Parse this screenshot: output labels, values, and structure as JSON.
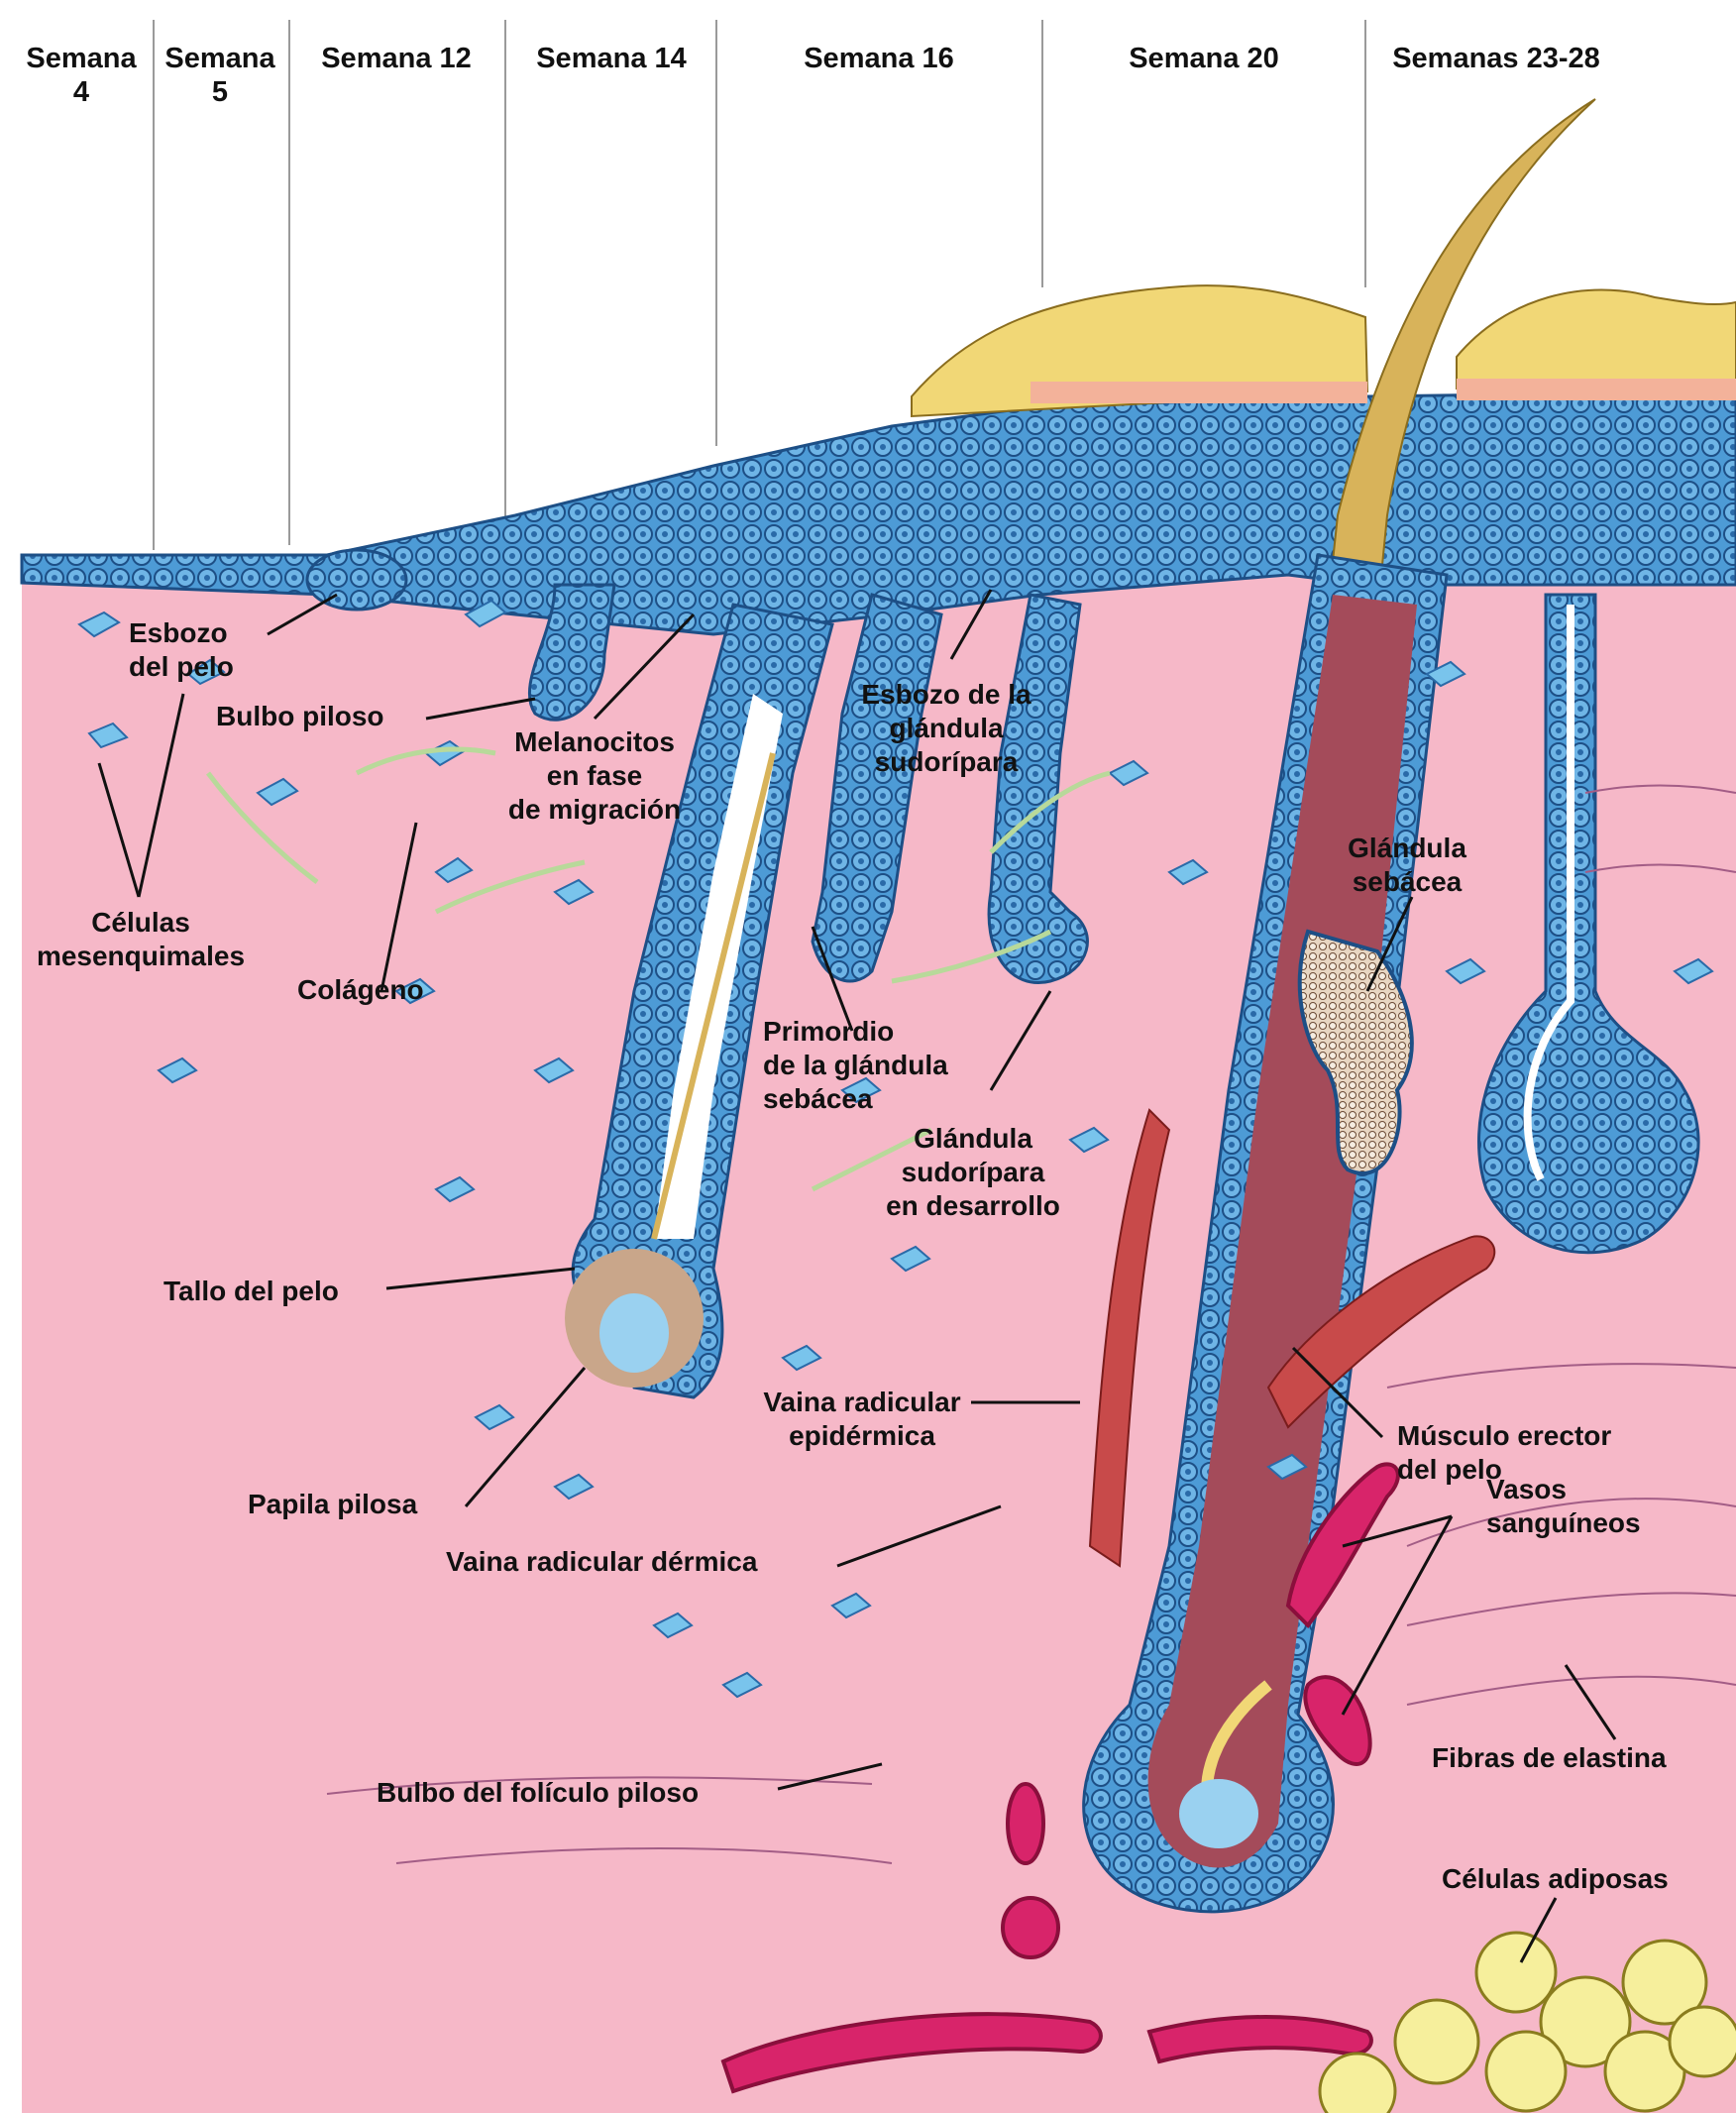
{
  "diagram": {
    "week_headers": [
      "Semana",
      "4",
      "Semana",
      "5",
      "Semana 12",
      "Semana 14",
      "Semana 16",
      "Semana 20",
      "Semanas 23-28"
    ],
    "labels": {
      "esbozo_pelo_1": "Esbozo",
      "esbozo_pelo_2": "del pelo",
      "bulbo_piloso": "Bulbo piloso",
      "celulas_mes_1": "Células",
      "celulas_mes_2": "mesenquimales",
      "colageno": "Colágeno",
      "melanocitos_1": "Melanocitos",
      "melanocitos_2": "en fase",
      "melanocitos_3": "de migración",
      "esbozo_glandula_1": "Esbozo de la",
      "esbozo_glandula_2": "glándula",
      "esbozo_glandula_3": "sudorípara",
      "glandula_sebacea_1": "Glándula",
      "glandula_sebacea_2": "sebácea",
      "primordio_1": "Primordio",
      "primordio_2": "de la glándula",
      "primordio_3": "sebácea",
      "sudoripara_des_1": "Glándula",
      "sudoripara_des_2": "sudorípara",
      "sudoripara_des_3": "en desarrollo",
      "tallo_pelo": "Tallo del pelo",
      "vaina_epi_1": "Vaina radicular",
      "vaina_epi_2": "epidérmica",
      "papila_pilosa": "Papila pilosa",
      "vaina_dermica": "Vaina radicular dérmica",
      "musculo_1": "Músculo erector",
      "musculo_2": "del pelo",
      "vasos_1": "Vasos",
      "vasos_2": "sanguíneos",
      "bulbo_foliculo": "Bulbo del folículo piloso",
      "fibras_elastina": "Fibras de elastina",
      "celulas_adiposas": "Células adiposas"
    },
    "colors": {
      "dermis": "#f6b8c8",
      "epidermis_cell": "#4d9bd6",
      "cell_border": "#1d4f86",
      "keratin": "#f1d776",
      "hair_shaft": "#d8b35a",
      "muscle": "#c84a4a",
      "vessel": "#d8246a",
      "fat": "#f6ef9c"
    }
  }
}
